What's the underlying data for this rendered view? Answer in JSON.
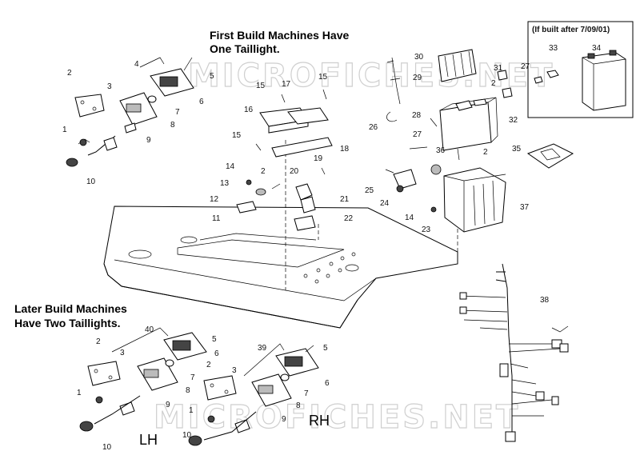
{
  "notes": {
    "first_build": [
      "First Build Machines Have",
      "One Taillight."
    ],
    "later_build": [
      "Later Build Machines",
      "Have Two Taillights."
    ],
    "inset_caption": "(If built after 7/09/01)"
  },
  "side_labels": {
    "left": "LH",
    "right": "RH"
  },
  "watermark": "MICROFICHES.NET",
  "callouts": [
    "1",
    "2",
    "3",
    "4",
    "5",
    "6",
    "7",
    "8",
    "9",
    "10",
    "11",
    "12",
    "13",
    "14",
    "15",
    "16",
    "17",
    "18",
    "19",
    "20",
    "21",
    "22",
    "23",
    "24",
    "25",
    "26",
    "27",
    "28",
    "29",
    "30",
    "31",
    "32",
    "33",
    "34",
    "35",
    "36",
    "37",
    "38",
    "39",
    "40"
  ]
}
